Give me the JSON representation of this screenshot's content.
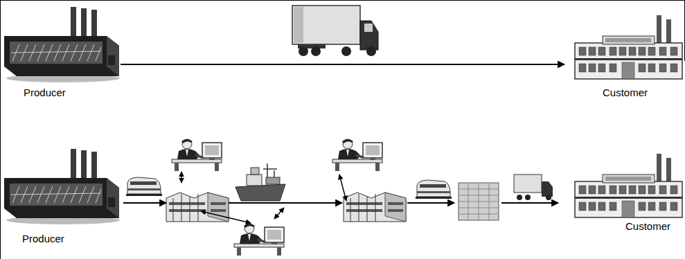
{
  "diagram": {
    "nodes": [
      {
        "text": [
          "Producer"
        ]
      },
      {
        "text": [
          "Customer"
        ]
      },
      {
        "text": [
          "Producer"
        ]
      },
      {
        "text": [
          "Customer"
        ]
      }
    ],
    "edges": [
      {
        "from": 0,
        "to": 1,
        "arrow": "to"
      }
    ]
  }
}
